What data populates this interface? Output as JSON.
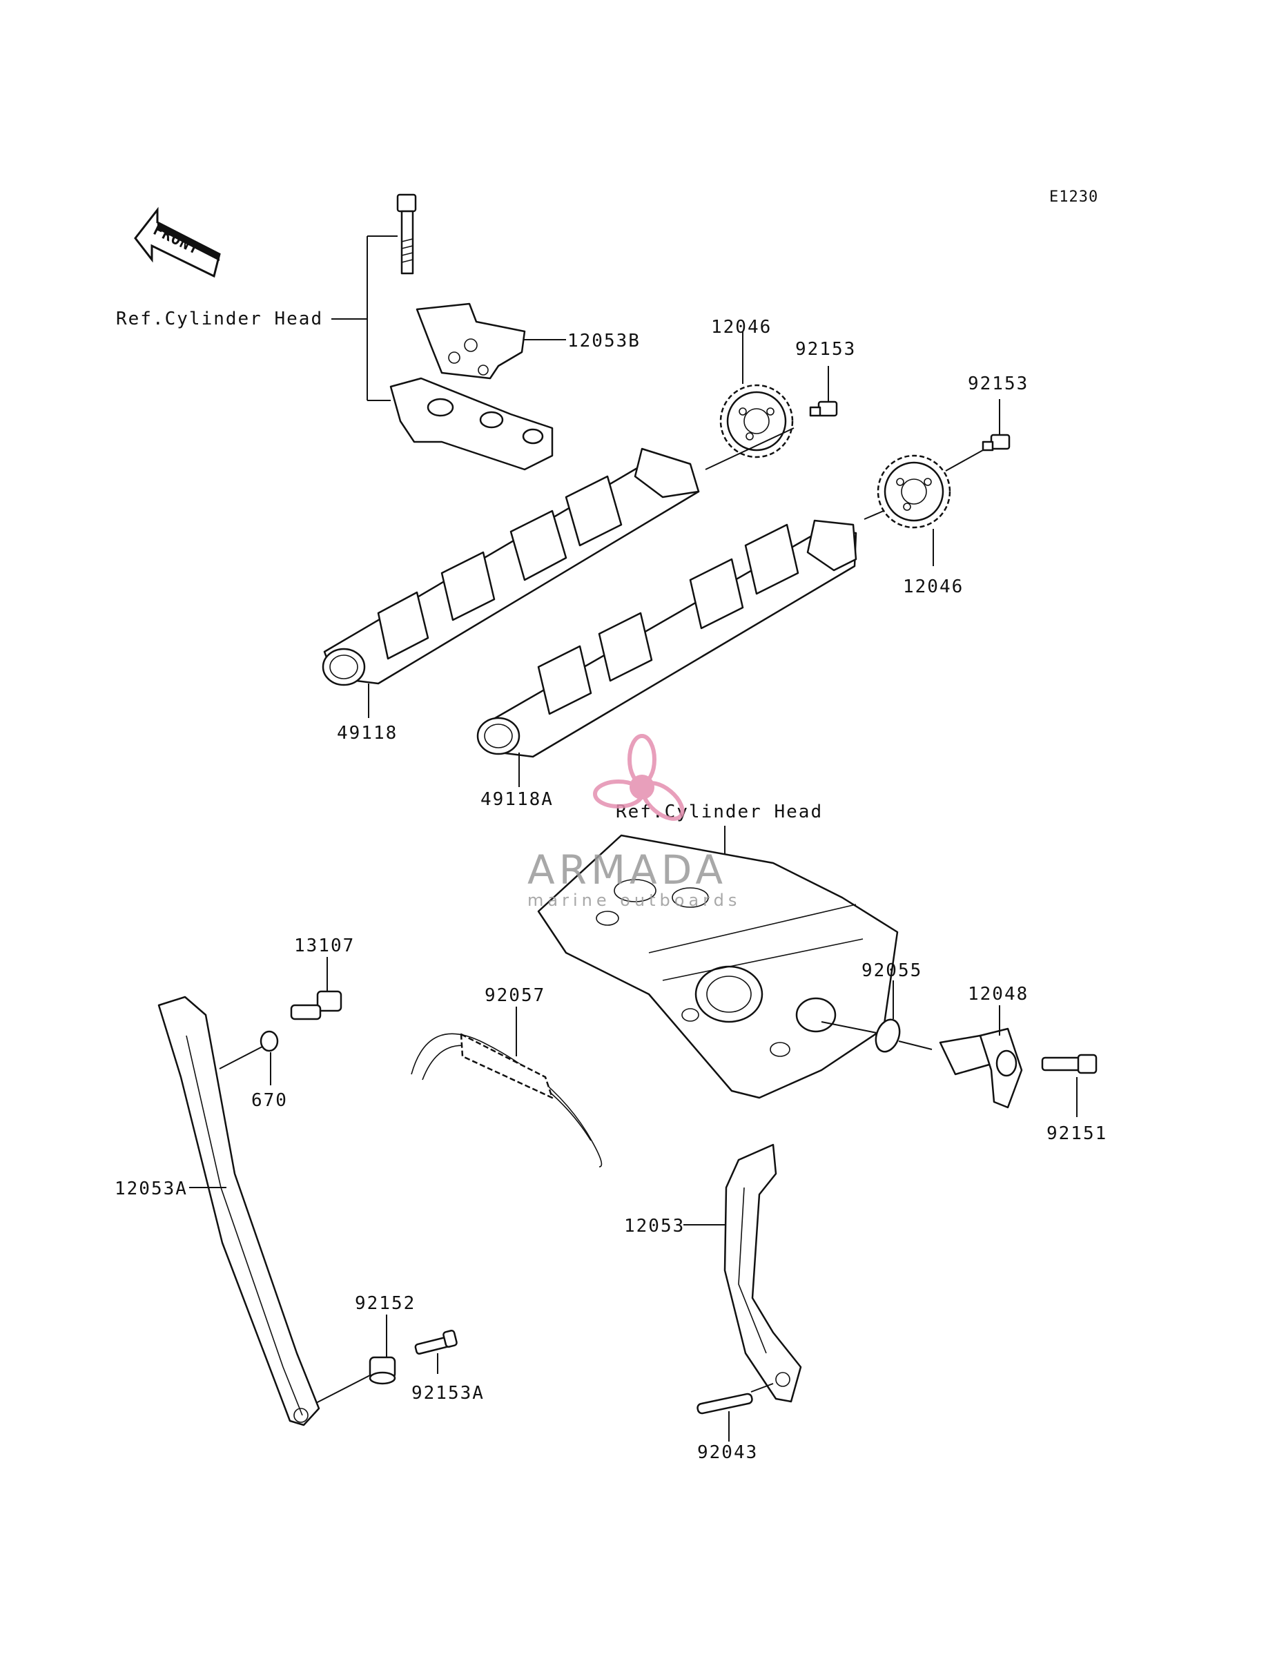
{
  "diagram_code": "E1230",
  "front_arrow_label": "FRONT",
  "refs": {
    "cylinder_head_top": "Ref.Cylinder Head",
    "cylinder_head_mid": "Ref.Cylinder Head"
  },
  "parts": {
    "p12053B": "12053B",
    "p12046_left": "12046",
    "p92153_left": "92153",
    "p92153_right": "92153",
    "p12046_right": "12046",
    "p49118": "49118",
    "p49118A": "49118A",
    "p13107": "13107",
    "p670": "670",
    "p92057": "92057",
    "p92055": "92055",
    "p12048": "12048",
    "p92151": "92151",
    "p12053A": "12053A",
    "p12053": "12053",
    "p92152": "92152",
    "p92153A": "92153A",
    "p92043": "92043"
  },
  "watermark": {
    "brand": "ARMADA",
    "tagline": "marine outboards",
    "color": "#e48fb0"
  }
}
